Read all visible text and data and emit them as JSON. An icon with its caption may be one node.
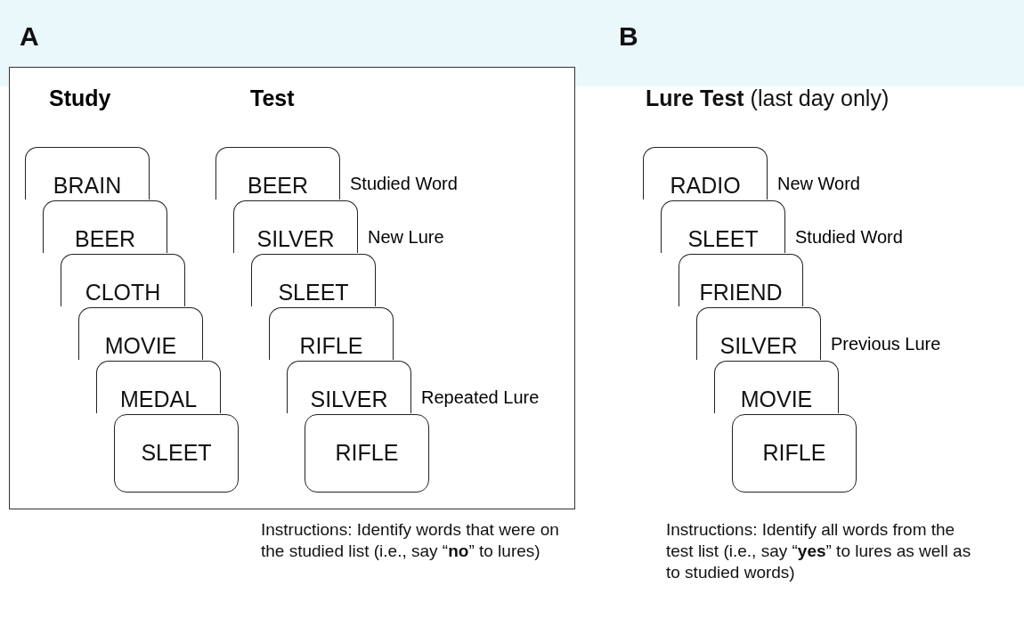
{
  "diagram": {
    "nodes": [
      {
        "text": [
          "Study",
          "Test"
        ]
      },
      {
        "text": [
          "BRAIN"
        ],
        "in": 0
      },
      {
        "text": [
          "BEER"
        ],
        "in": 0
      },
      {
        "text": [
          "CLOTH"
        ],
        "in": 0
      },
      {
        "text": [
          "MOVIE"
        ],
        "in": 0
      },
      {
        "text": [
          "MEDAL"
        ],
        "in": 0
      },
      {
        "text": [
          "SLEET"
        ],
        "in": 0
      },
      {
        "text": [
          "BEER"
        ],
        "in": 0,
        "beside": [
          "Studied Word"
        ]
      },
      {
        "text": [
          "SILVER"
        ],
        "in": 0,
        "beside": [
          "New Lure"
        ]
      },
      {
        "text": [
          "SLEET"
        ],
        "in": 0
      },
      {
        "text": [
          "RIFLE"
        ],
        "in": 0
      },
      {
        "text": [
          "SILVER"
        ],
        "in": 0,
        "beside": [
          "Repeated Lure"
        ]
      },
      {
        "text": [
          "RIFLE"
        ],
        "in": 0
      },
      {
        "text": [
          "RADIO"
        ],
        "beside": [
          "New Word"
        ]
      },
      {
        "text": [
          "SLEET"
        ],
        "beside": [
          "Studied Word"
        ]
      },
      {
        "text": [
          "FRIEND"
        ]
      },
      {
        "text": [
          "SILVER"
        ],
        "beside": [
          "Previous Lure"
        ]
      },
      {
        "text": [
          "MOVIE"
        ]
      },
      {
        "text": [
          "RIFLE"
        ]
      }
    ],
    "edges": [],
    "labels": [
      "A",
      "B",
      "**Lure Test** (last day only)",
      "Instructions: Identify words that were on the studied list (i.e., say “**no**” to lures)",
      "Instructions: Identify all words from the test list (i.e., say “**yes**” to lures as well as to studied words)"
    ]
  }
}
